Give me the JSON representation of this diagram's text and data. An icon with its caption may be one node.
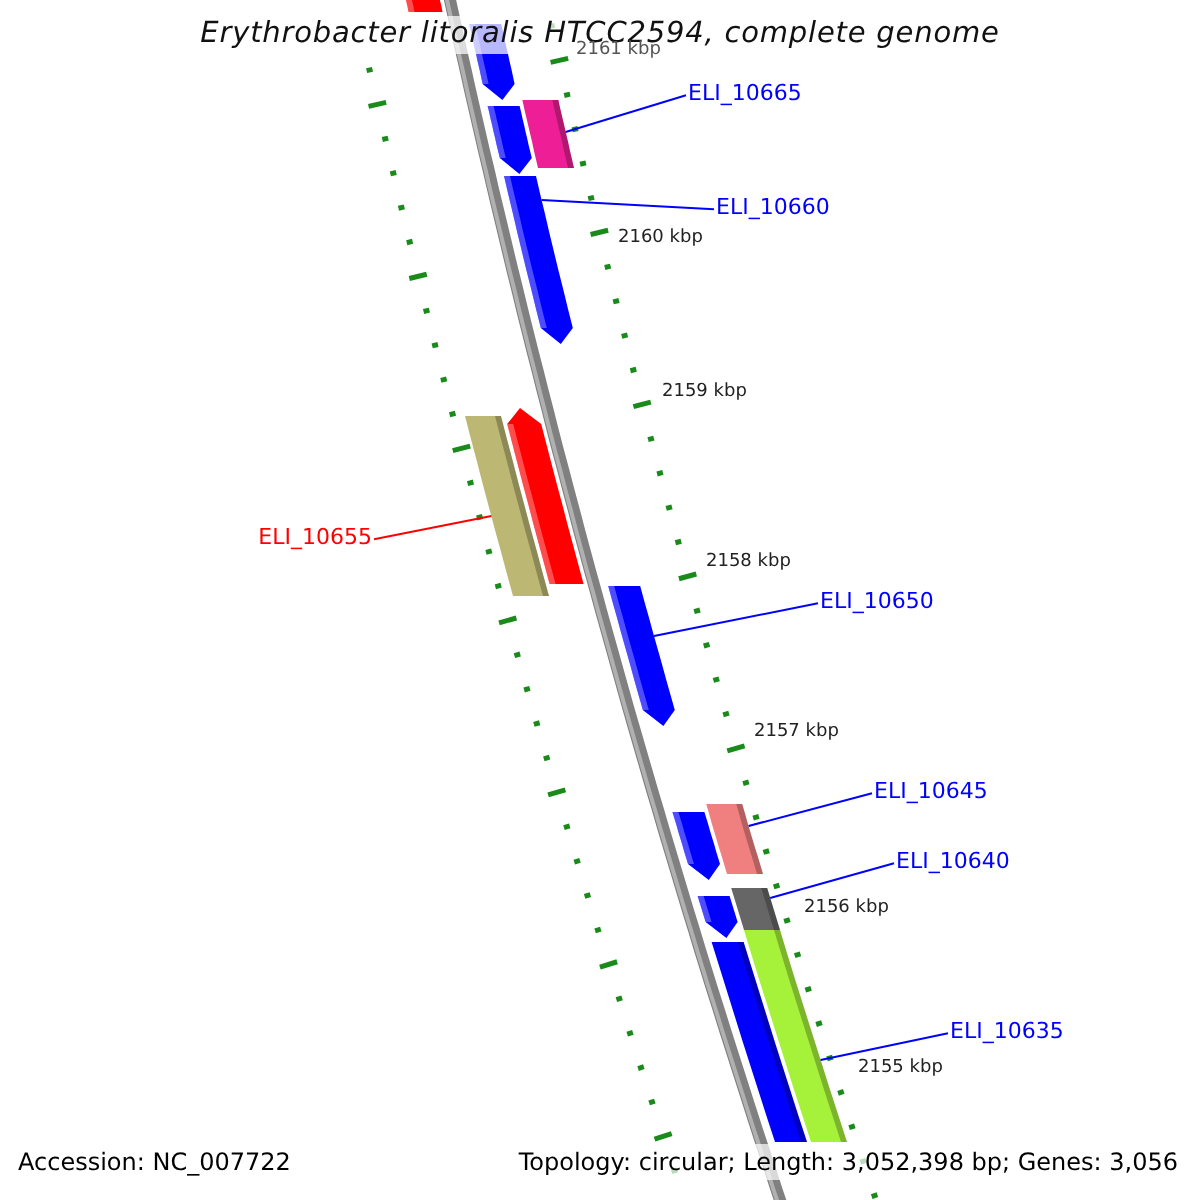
{
  "diagram": {
    "title": "Erythrobacter litoralis HTCC2594, complete genome",
    "nodes": [
      {
        "text": [
          "ELI_10665"
        ]
      },
      {
        "text": [],
        "shape": "box"
      },
      {
        "text": [
          "ELI_10660"
        ]
      },
      {
        "text": [],
        "shape": "arrow"
      },
      {
        "text": [
          "ELI_10655"
        ]
      },
      {
        "text": [],
        "shape": "box"
      },
      {
        "text": [
          "ELI_10650"
        ]
      },
      {
        "text": [],
        "shape": "arrow"
      },
      {
        "text": [
          "ELI_10645"
        ]
      },
      {
        "text": [],
        "shape": "box"
      },
      {
        "text": [
          "ELI_10640"
        ]
      },
      {
        "text": [],
        "shape": "box"
      },
      {
        "text": [
          "ELI_10635"
        ]
      },
      {
        "text": [],
        "shape": "box"
      }
    ],
    "edges": [
      {
        "from": 0,
        "to": 1,
        "arrow": "none"
      },
      {
        "from": 2,
        "to": 3,
        "arrow": "none"
      },
      {
        "from": 4,
        "to": 5,
        "arrow": "none",
        "color": "#ff0000"
      },
      {
        "from": 6,
        "to": 7,
        "arrow": "none"
      },
      {
        "from": 8,
        "to": 9,
        "arrow": "none"
      },
      {
        "from": 10,
        "to": 11,
        "arrow": "none"
      },
      {
        "from": 12,
        "to": 13,
        "arrow": "none"
      }
    ],
    "labels": [
      "2161 kbp",
      "2160 kbp",
      "2159 kbp",
      "2158 kbp",
      "2157 kbp",
      "2156 kbp",
      "2155 kbp",
      "Accession: NC_007722",
      "Topology: circular; Length: 3,052,398 bp; Genes: 3,056"
    ]
  }
}
